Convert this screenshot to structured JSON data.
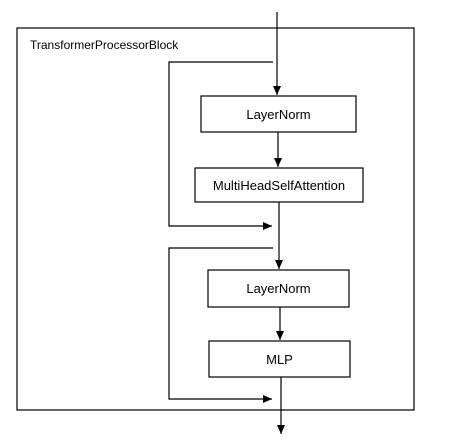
{
  "diagram": {
    "block_title": "TransformerProcessorBlock",
    "nodes": {
      "layernorm_1": "LayerNorm",
      "attention": "MultiHeadSelfAttention",
      "layernorm_2": "LayerNorm",
      "mlp": "MLP"
    }
  }
}
